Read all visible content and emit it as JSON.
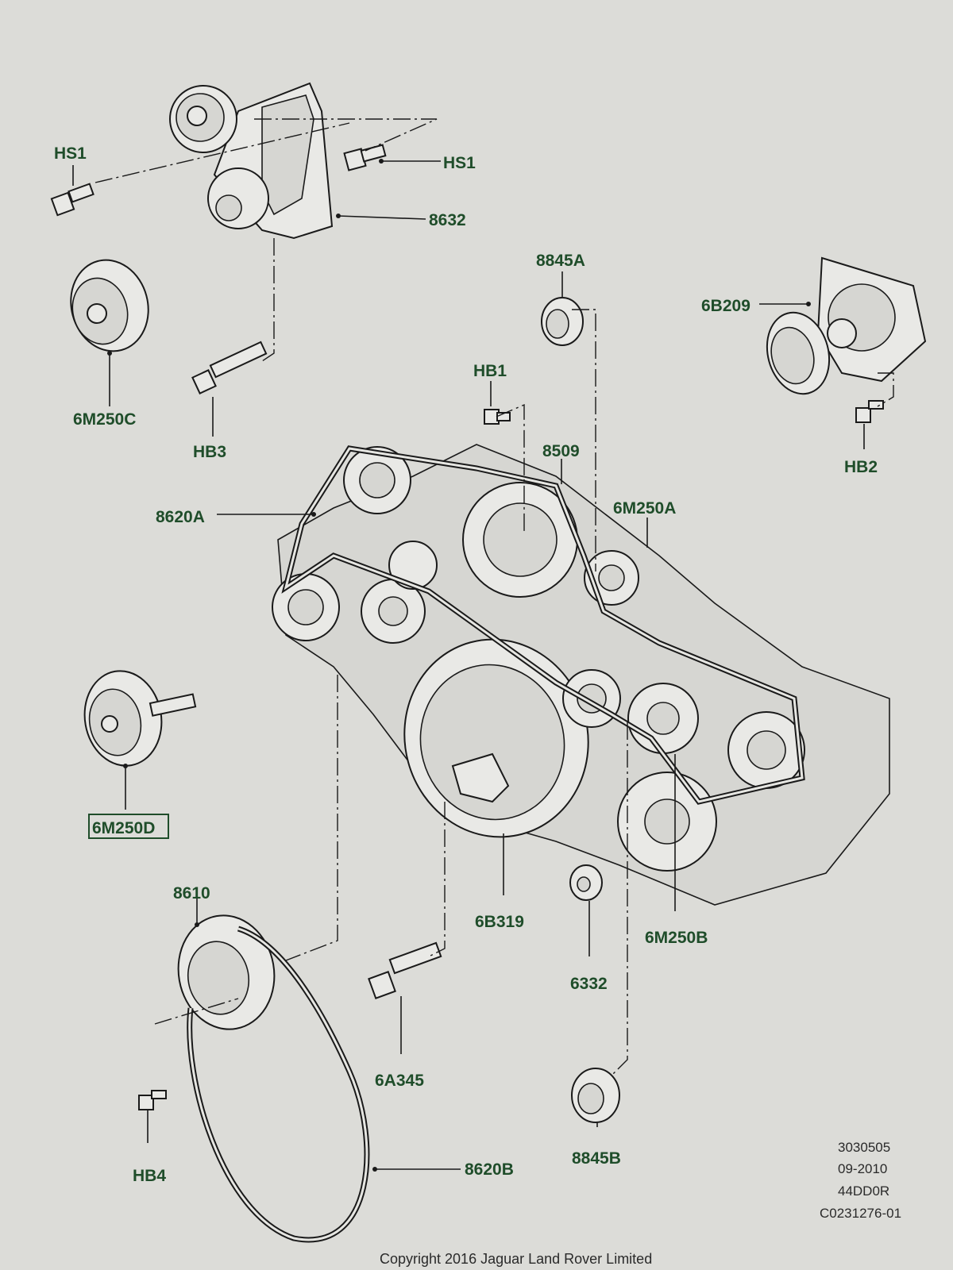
{
  "labels": {
    "hs1_left": "HS1",
    "hs1_right": "HS1",
    "p8632": "8632",
    "p8845a": "8845A",
    "p6b209": "6B209",
    "p6m250c": "6M250C",
    "hb3": "HB3",
    "hb1": "HB1",
    "p8509": "8509",
    "hb2": "HB2",
    "p8620a": "8620A",
    "p6m250a": "6M250A",
    "p6m250d": "6M250D",
    "p8610": "8610",
    "p6b319": "6B319",
    "p6m250b": "6M250B",
    "p6332": "6332",
    "p6a345": "6A345",
    "hb4": "HB4",
    "p8845b": "8845B",
    "p8620b": "8620B"
  },
  "meta": {
    "line1": "3030505",
    "line2": "09-2010",
    "line3": "44DD0R",
    "line4": "C0231276-01"
  },
  "copyright": "Copyright 2016 Jaguar Land Rover Limited",
  "colors": {
    "label": "#1f4d2a",
    "paper": "#dcdcd8",
    "ink": "#1a1a1a"
  }
}
